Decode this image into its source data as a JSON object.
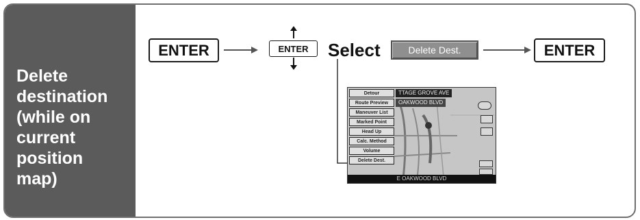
{
  "left_panel": {
    "lines": [
      "Delete",
      "destination",
      "(while on",
      "current",
      "position",
      "map)"
    ]
  },
  "steps": {
    "enter_1": "ENTER",
    "enter_small": "ENTER",
    "select_label": "Select",
    "delete_dest_button": "Delete Dest.",
    "enter_2": "ENTER"
  },
  "screen": {
    "menu_items": [
      "Detour",
      "Route Preview",
      "Maneuver List",
      "Marked Point",
      "Head Up",
      "Calc. Method",
      "Volume",
      "Delete Dest."
    ],
    "street_top": "TTAGE GROVE AVE",
    "street_second": "OAKWOOD BLVD",
    "street_bottom": "E OAKWOOD BLVD"
  },
  "colors": {
    "panel_bg": "#5b5b5b",
    "frame_border": "#6e6e6e"
  }
}
